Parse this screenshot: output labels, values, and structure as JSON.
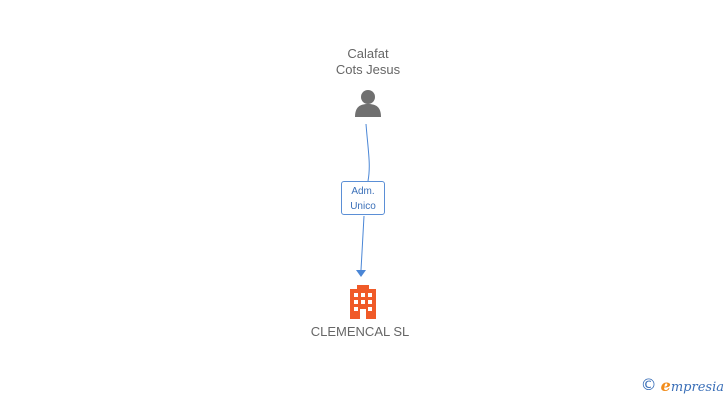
{
  "person": {
    "name_line1": "Calafat",
    "name_line2": "Cots Jesus",
    "icon": "person-icon",
    "color": "#707070"
  },
  "relation": {
    "role_line1": "Adm.",
    "role_line2": "Unico",
    "edge_color": "#4a86d6"
  },
  "company": {
    "name": "CLEMENCAL SL",
    "icon": "building-icon",
    "color": "#f05a28"
  },
  "footer": {
    "copyright_symbol": "©",
    "brand_initial": "e",
    "brand_rest": "mpresia",
    "brand_color": "#3a6fb8",
    "brand_accent": "#f28c1a"
  }
}
